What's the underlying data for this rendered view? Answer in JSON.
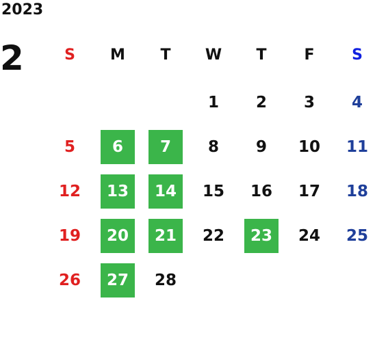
{
  "calendar": {
    "year": "2023",
    "month": "2",
    "weekdays": [
      "S",
      "M",
      "T",
      "W",
      "T",
      "F",
      "S"
    ],
    "start_weekday_index": 3,
    "days_in_month": 28,
    "highlighted_days": [
      6,
      7,
      13,
      14,
      20,
      21,
      23,
      27
    ],
    "colors": {
      "sunday": "#e02020",
      "saturday_header": "#1020e0",
      "saturday_day": "#1f3f9a",
      "weekday": "#111111",
      "highlight_bg": "#3bb54a",
      "highlight_text": "#ffffff"
    }
  }
}
